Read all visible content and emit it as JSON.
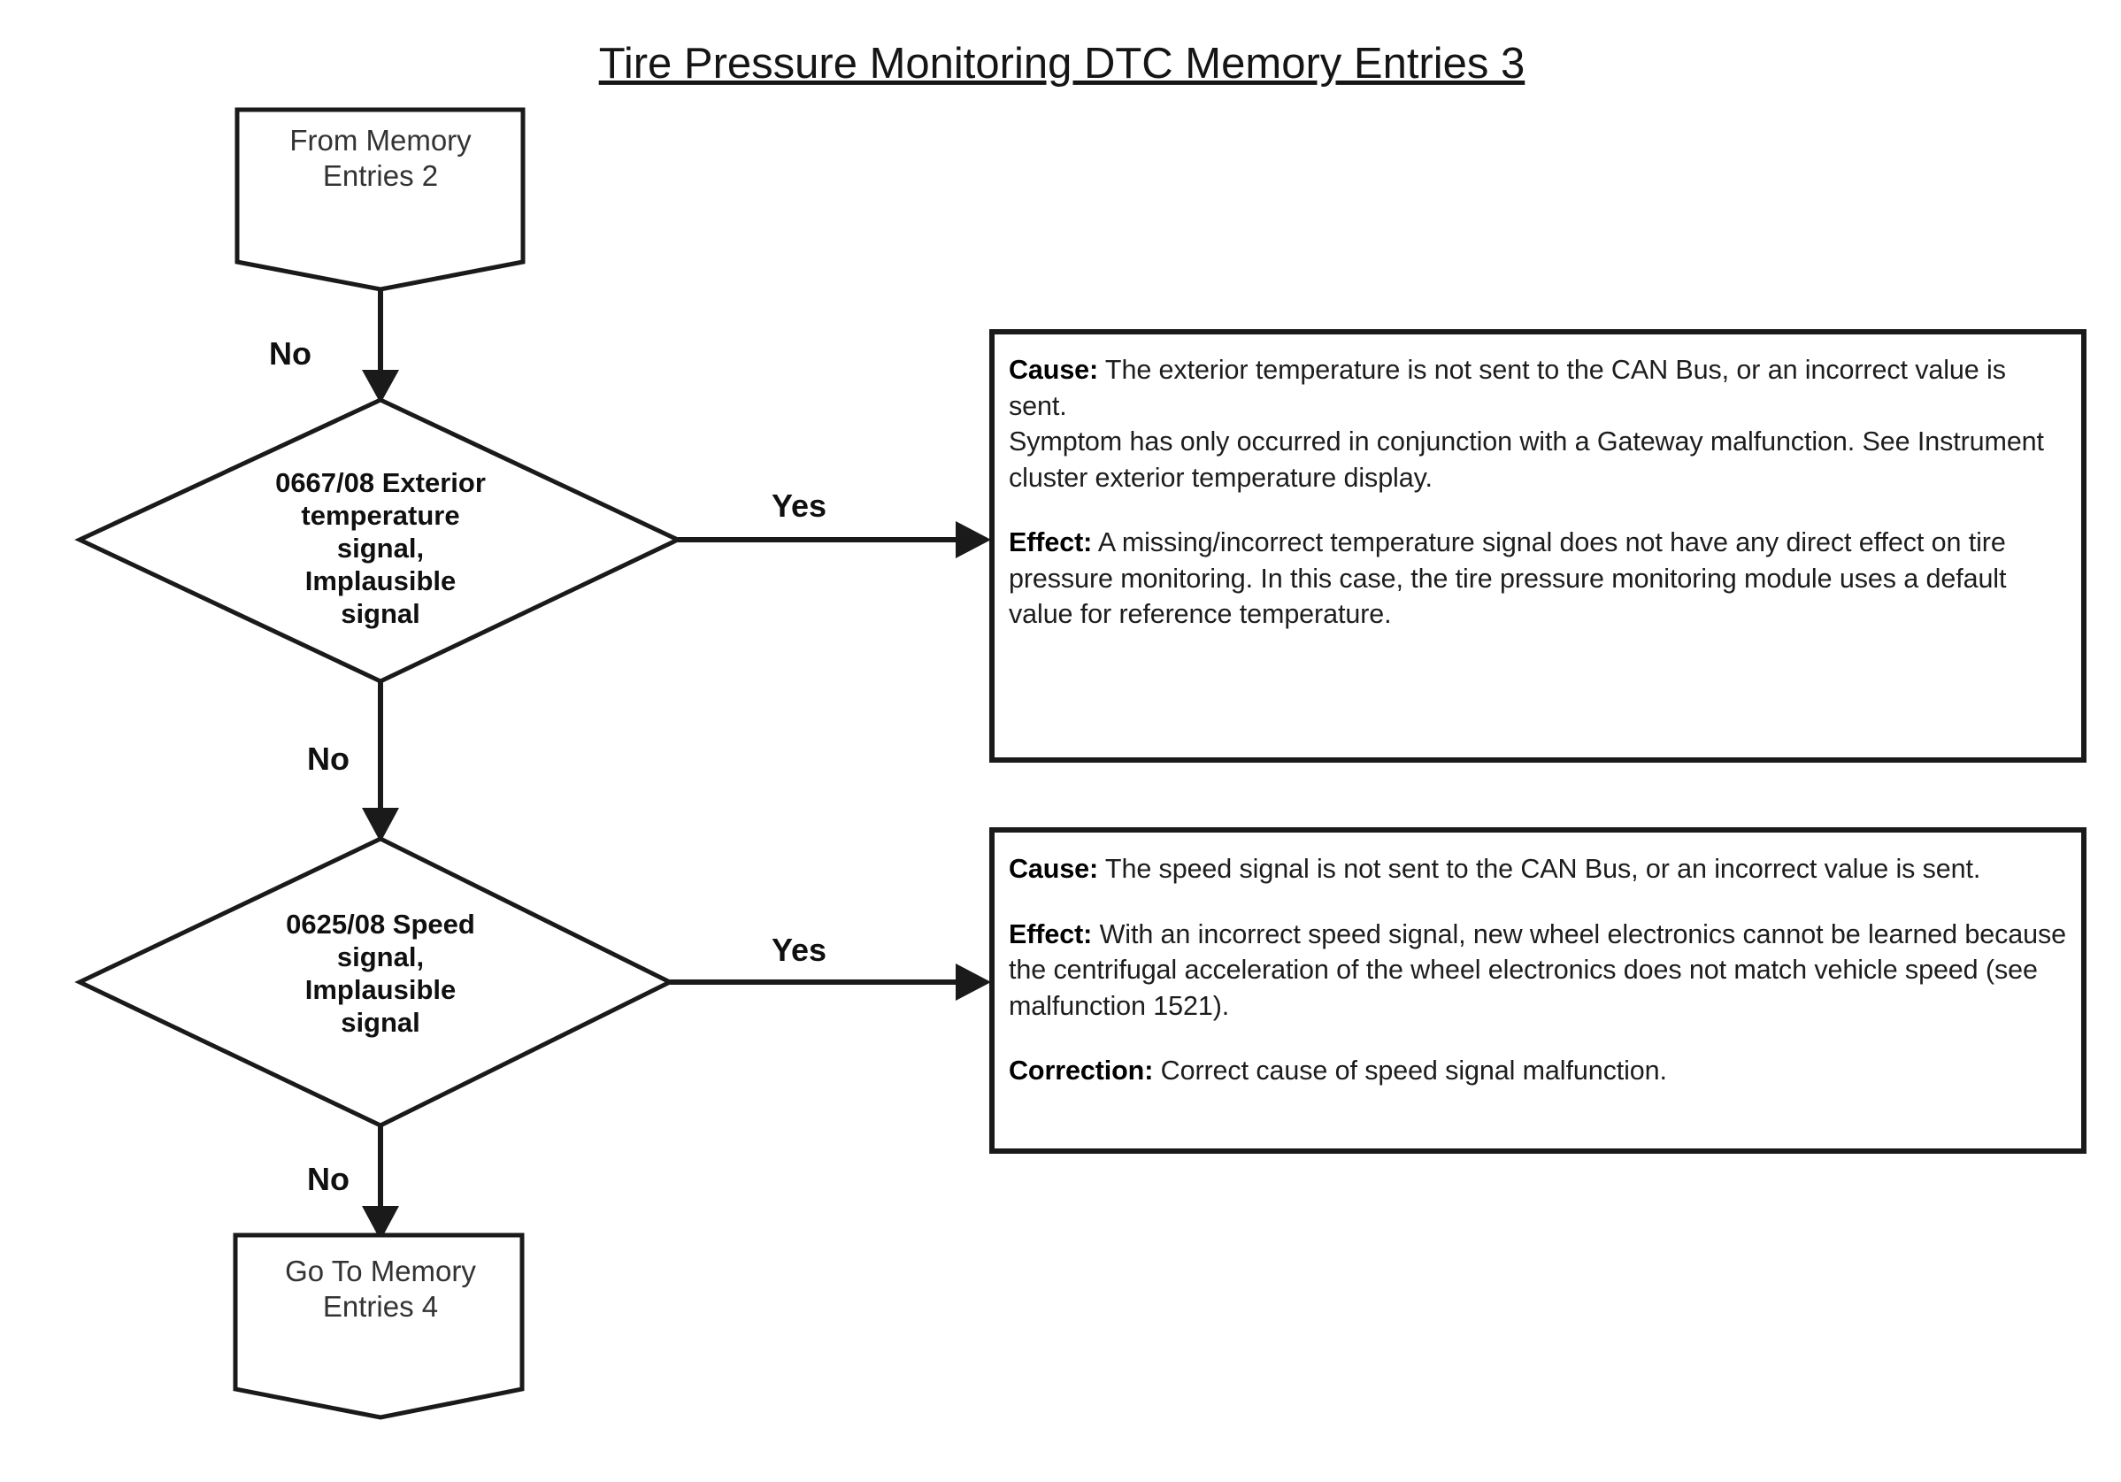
{
  "title": "Tire Pressure Monitoring DTC Memory Entries 3",
  "nodes": {
    "start": {
      "type": "connector",
      "line1": "From Memory",
      "line2": "Entries 2"
    },
    "decision1": {
      "type": "decision",
      "line1": "0667/08 Exterior",
      "line2": "temperature",
      "line3": "signal,",
      "line4": "Implausible",
      "line5": "signal"
    },
    "decision2": {
      "type": "decision",
      "line1": "0625/08 Speed",
      "line2": "signal,",
      "line3": "Implausible",
      "line4": "signal"
    },
    "end": {
      "type": "connector",
      "line1": "Go To Memory",
      "line2": "Entries 4"
    }
  },
  "branch_labels": {
    "start_to_d1": "No",
    "d1_yes": "Yes",
    "d1_no": "No",
    "d2_yes": "Yes",
    "d2_no": "No"
  },
  "info_box_1": {
    "cause_label": "Cause:",
    "cause_text": " The exterior temperature is not sent to the CAN Bus, or an incorrect value is sent.",
    "symptom_text": "Symptom has only occurred in conjunction with a Gateway malfunction. See Instrument cluster exterior temperature display.",
    "effect_label": "Effect:",
    "effect_text": " A missing/incorrect temperature signal does not have any direct effect on tire pressure monitoring. In this case, the tire pressure monitoring module uses a default value for reference temperature."
  },
  "info_box_2": {
    "cause_label": "Cause:",
    "cause_text": " The speed signal is not sent to the CAN Bus, or an incorrect value is sent.",
    "effect_label": "Effect:",
    "effect_text": " With an incorrect speed signal, new  wheel electronics cannot be learned because the centrifugal acceleration of the wheel electronics does not match vehicle speed (see malfunction 1521).",
    "correction_label": "Correction:",
    "correction_text": " Correct cause of speed signal malfunction."
  },
  "colors": {
    "stroke": "#1a1a1a",
    "background": "#ffffff",
    "text": "#1d1d1d"
  }
}
